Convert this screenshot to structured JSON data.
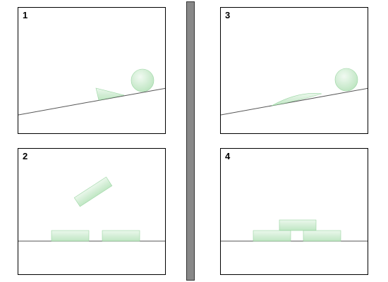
{
  "panels": [
    {
      "label": "1"
    },
    {
      "label": "2"
    },
    {
      "label": "3"
    },
    {
      "label": "4"
    }
  ],
  "colors": {
    "shape_fill": "#c6ebc9",
    "shape_stroke": "#7fcf8a",
    "line": "#555555",
    "divider": "#888888"
  }
}
